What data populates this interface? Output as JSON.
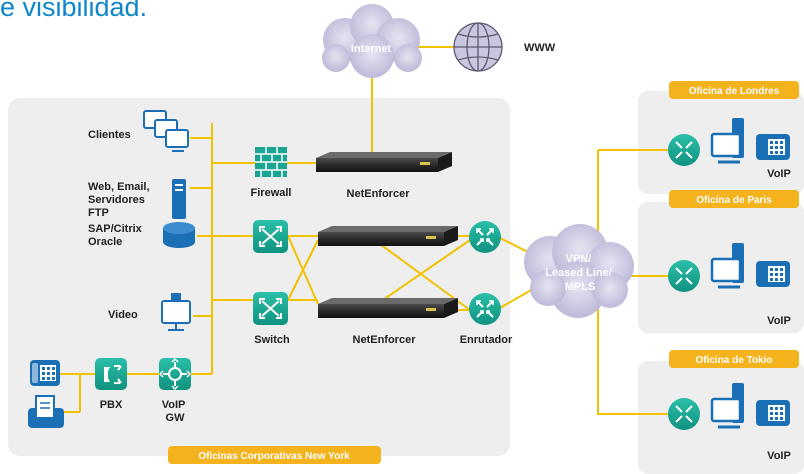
{
  "heading": "e visibilidad.",
  "colors": {
    "link": "#f2c200",
    "office_tag": "#f4b21c",
    "router_teal": "#1aa592",
    "cloud": "#c9c6df",
    "panel": "#eeeeee",
    "heading_blue": "#0f86c9"
  },
  "internet": {
    "cloud_label": "Internet",
    "www_label": "WWW",
    "globe_icon": "globe-icon"
  },
  "hq": {
    "title": "Oficinas Corporativas New York",
    "clients": "Clientes",
    "servers": [
      "Web, Email,",
      "Servidores",
      "FTP"
    ],
    "sap": [
      "SAP/Citrix",
      "Oracle"
    ],
    "video": "Video",
    "firewall": "Firewall",
    "netenforcer_top": "NetEnforcer",
    "switch": "Switch",
    "netenforcer_bottom": "NetEnforcer",
    "router": "Enrutador",
    "pbx": "PBX",
    "voip_gw": [
      "VoIP",
      "GW"
    ]
  },
  "wan": {
    "lines": [
      "VPN/",
      "Leased Line/",
      "MPLS"
    ]
  },
  "offices": [
    {
      "title": "Oficina de Londres",
      "voip": "VoIP"
    },
    {
      "title": "Oficina de Paris",
      "voip": "VoIP"
    },
    {
      "title": "Oficina de Tokio",
      "voip": "VoIP"
    }
  ]
}
